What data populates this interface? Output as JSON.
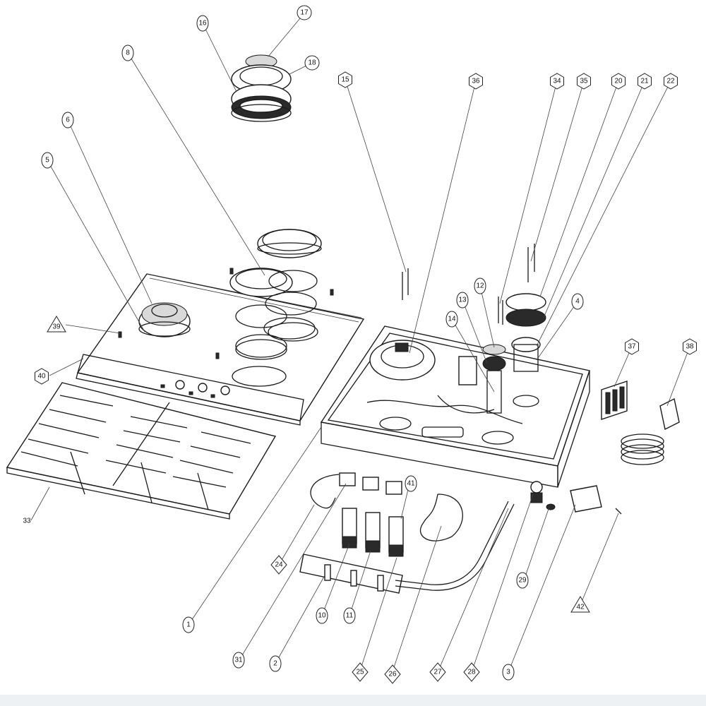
{
  "diagram": {
    "colors": {
      "line": "#1a1a1a",
      "background": "#ffffff",
      "footer_band": "#eef1f3"
    },
    "callouts": [
      {
        "id": "c17",
        "label": "17",
        "shape": "circle"
      },
      {
        "id": "c16",
        "label": "16",
        "shape": "ellipse"
      },
      {
        "id": "c18",
        "label": "18",
        "shape": "circle"
      },
      {
        "id": "c8",
        "label": "8",
        "shape": "ellipse"
      },
      {
        "id": "c6",
        "label": "6",
        "shape": "ellipse"
      },
      {
        "id": "c5",
        "label": "5",
        "shape": "ellipse"
      },
      {
        "id": "c15",
        "label": "15",
        "shape": "hexagon"
      },
      {
        "id": "c36",
        "label": "36",
        "shape": "hexagon"
      },
      {
        "id": "c34",
        "label": "34",
        "shape": "hexagon"
      },
      {
        "id": "c35",
        "label": "35",
        "shape": "hexagon"
      },
      {
        "id": "c20",
        "label": "20",
        "shape": "hexagon"
      },
      {
        "id": "c21",
        "label": "21",
        "shape": "hexagon"
      },
      {
        "id": "c22",
        "label": "22",
        "shape": "hexagon"
      },
      {
        "id": "c39",
        "label": "39",
        "shape": "triangle"
      },
      {
        "id": "c40",
        "label": "40",
        "shape": "hexagon"
      },
      {
        "id": "c12",
        "label": "12",
        "shape": "ellipse"
      },
      {
        "id": "c13",
        "label": "13",
        "shape": "ellipse"
      },
      {
        "id": "c14",
        "label": "14",
        "shape": "ellipse"
      },
      {
        "id": "c4",
        "label": "4",
        "shape": "ellipse"
      },
      {
        "id": "c37",
        "label": "37",
        "shape": "hexagon"
      },
      {
        "id": "c38",
        "label": "38",
        "shape": "hexagon"
      },
      {
        "id": "c33",
        "label": "33",
        "shape": "plain"
      },
      {
        "id": "c41",
        "label": "41",
        "shape": "ellipse"
      },
      {
        "id": "c24",
        "label": "24",
        "shape": "diamond"
      },
      {
        "id": "c29",
        "label": "29",
        "shape": "ellipse"
      },
      {
        "id": "c42",
        "label": "42",
        "shape": "triangle"
      },
      {
        "id": "c10",
        "label": "10",
        "shape": "ellipse"
      },
      {
        "id": "c11",
        "label": "11",
        "shape": "ellipse"
      },
      {
        "id": "c1",
        "label": "1",
        "shape": "ellipse"
      },
      {
        "id": "c31",
        "label": "31",
        "shape": "ellipse"
      },
      {
        "id": "c2",
        "label": "2",
        "shape": "ellipse"
      },
      {
        "id": "c25",
        "label": "25",
        "shape": "diamond"
      },
      {
        "id": "c26",
        "label": "26",
        "shape": "diamond"
      },
      {
        "id": "c27",
        "label": "27",
        "shape": "diamond"
      },
      {
        "id": "c28",
        "label": "28",
        "shape": "diamond"
      },
      {
        "id": "c3",
        "label": "3",
        "shape": "ellipse"
      }
    ]
  }
}
